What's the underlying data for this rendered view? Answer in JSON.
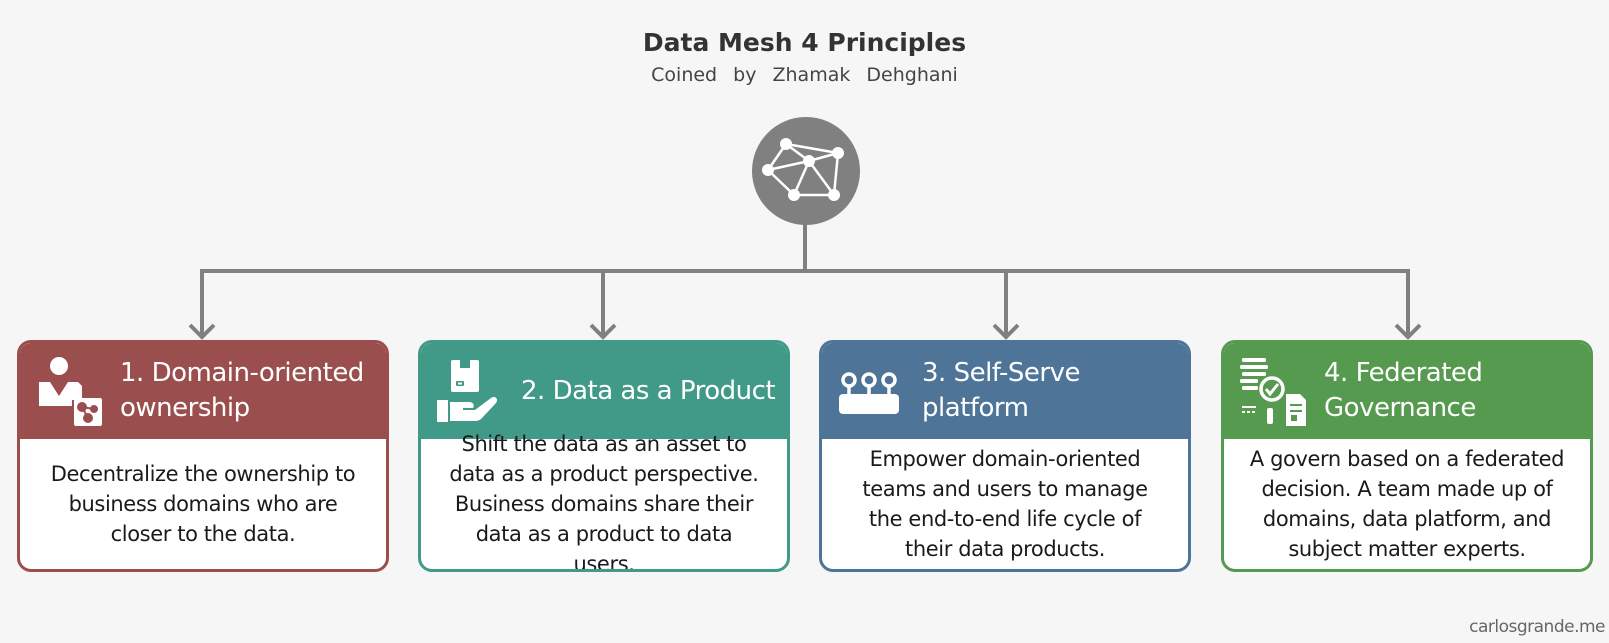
{
  "title": "Data Mesh 4 Principles",
  "subtitle": "Coined by Zhamak Dehghani",
  "hub_icon": "network-icon",
  "connector_color": "#808080",
  "principles": [
    {
      "number": "1.",
      "title": "1. Domain-oriented ownership",
      "title_lines": [
        "1. Domain-oriented",
        "ownership"
      ],
      "description": "Decentralize the ownership to business domains who are closer to the data.",
      "icon": "user-domain-icon",
      "color": "#9b4e4e"
    },
    {
      "number": "2.",
      "title": "2. Data as a Product",
      "title_lines": [
        "2. Data as a Product"
      ],
      "description": "Shift the data as an asset to data as a product perspective. Business domains share their data as a product to data users.",
      "icon": "product-hand-icon",
      "color": "#419a87"
    },
    {
      "number": "3.",
      "title": "3. Self-Serve platform",
      "title_lines": [
        "3. Self-Serve",
        "platform"
      ],
      "description": "Empower domain-oriented teams and users to manage the end-to-end life cycle of their data products.",
      "icon": "platform-icon",
      "color": "#4e7498"
    },
    {
      "number": "4.",
      "title": "4. Federated Governance",
      "title_lines": [
        "4. Federated",
        "Governance"
      ],
      "description": "A govern based on a federated decision. A team made up of domains, data platform, and subject matter experts.",
      "icon": "governance-icon",
      "color": "#569a4f"
    }
  ],
  "footer": "carlosgrande.me"
}
